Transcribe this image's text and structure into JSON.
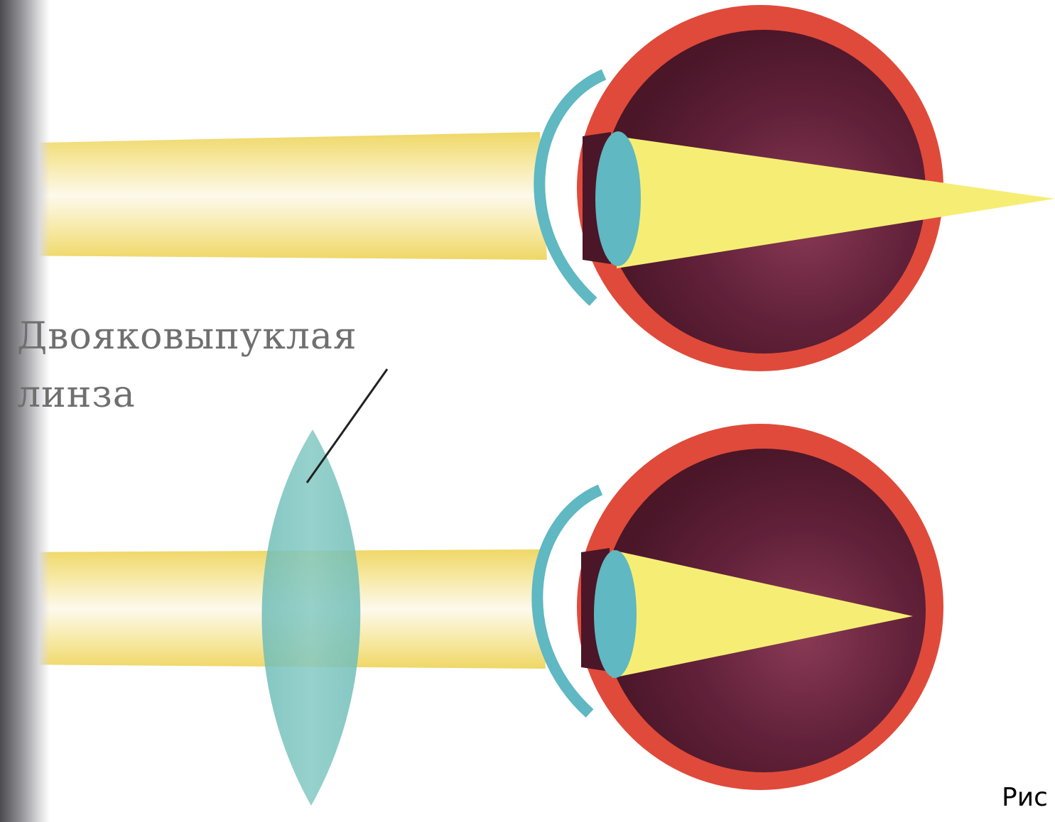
{
  "label": {
    "line1": "Двояковыпуклая",
    "line2": "линза"
  },
  "caption": "Рис",
  "colors": {
    "light_beam": "#f3e07a",
    "light_beam_core": "#fbf6df",
    "eyeball_interior": "#5e1f33",
    "sclera_ring": "#e04a3a",
    "lens_cornea": "#5fb8c2",
    "focus_cone": "#f6ee74",
    "corrective_lens": "#6fbdb8"
  }
}
